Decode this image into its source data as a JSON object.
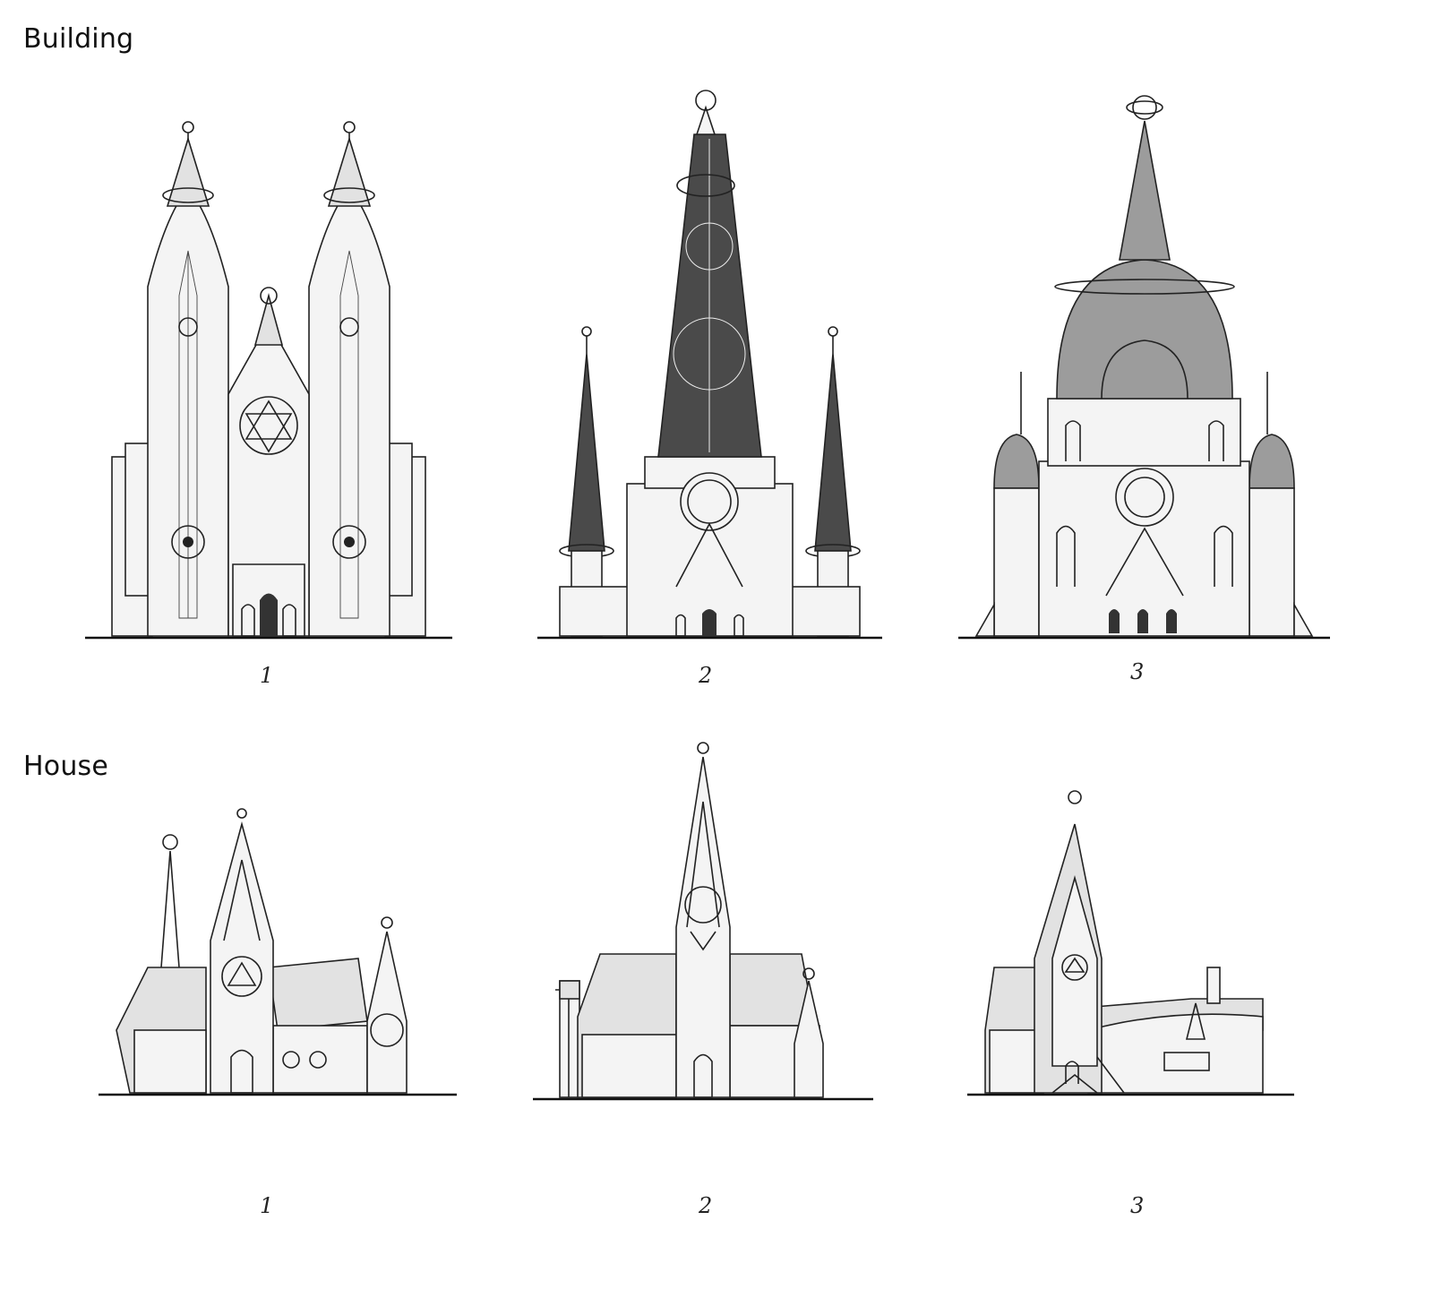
{
  "sections": {
    "building": {
      "title": "Building",
      "variants": [
        {
          "label": "1",
          "icon": "twin-spire-cathedral-sketch"
        },
        {
          "label": "2",
          "icon": "central-spire-temple-sketch"
        },
        {
          "label": "3",
          "icon": "domed-observatory-sketch"
        }
      ]
    },
    "house": {
      "title": "House",
      "variants": [
        {
          "label": "1",
          "icon": "gabled-cottage-sketch"
        },
        {
          "label": "2",
          "icon": "tower-chapel-house-sketch"
        },
        {
          "label": "3",
          "icon": "curved-roof-cottage-sketch"
        }
      ]
    }
  }
}
